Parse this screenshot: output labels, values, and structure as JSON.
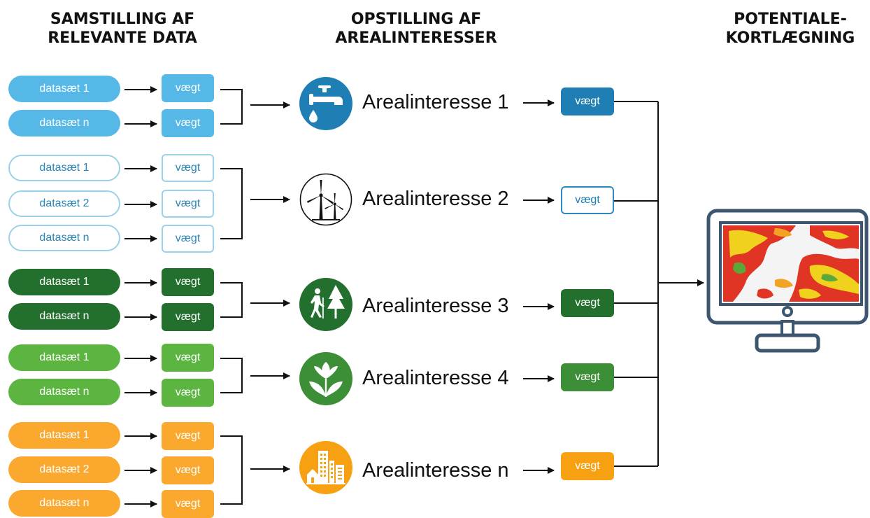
{
  "headers": {
    "col1": [
      "SAMSTILLING AF",
      "RELEVANTE DATA"
    ],
    "col2": [
      "OPSTILLING AF",
      "AREALINTERESSER"
    ],
    "col3": [
      "POTENTIALE-",
      "KORTLÆGNING"
    ]
  },
  "colors": {
    "blue": "#56b8e6",
    "blue_dark": "#1f7fb4",
    "outline_blue": "#9bd2ea",
    "green_dark": "#23702e",
    "green": "#5cb540",
    "green_box": "#3d8f37",
    "orange": "#fba82f",
    "orange_box": "#f7a012",
    "monitor": "#3c5670"
  },
  "groups": [
    {
      "pills": [
        "datasæt 1",
        "datasæt n"
      ],
      "weights": [
        "vægt",
        "vægt"
      ],
      "interest": "Arealinteresse 1",
      "interest_weight": "vægt",
      "icon": "water-tap-icon"
    },
    {
      "pills": [
        "datasæt 1",
        "datasæt 2",
        "datasæt n"
      ],
      "weights": [
        "vægt",
        "vægt",
        "vægt"
      ],
      "interest": "Arealinteresse 2",
      "interest_weight": "vægt",
      "icon": "wind-turbine-icon"
    },
    {
      "pills": [
        "datasæt 1",
        "datasæt n"
      ],
      "weights": [
        "vægt",
        "vægt"
      ],
      "interest": "Arealinteresse 3",
      "interest_weight": "vægt",
      "icon": "hiker-forest-icon"
    },
    {
      "pills": [
        "datasæt 1",
        "datasæt n"
      ],
      "weights": [
        "vægt",
        "vægt"
      ],
      "interest": "Arealinteresse 4",
      "interest_weight": "vægt",
      "icon": "flower-icon"
    },
    {
      "pills": [
        "datasæt 1",
        "datasæt 2",
        "datasæt n"
      ],
      "weights": [
        "vægt",
        "vægt",
        "vægt"
      ],
      "interest": "Arealinteresse n",
      "interest_weight": "vægt",
      "icon": "city-buildings-icon"
    }
  ],
  "output_icon": "monitor-map-icon"
}
